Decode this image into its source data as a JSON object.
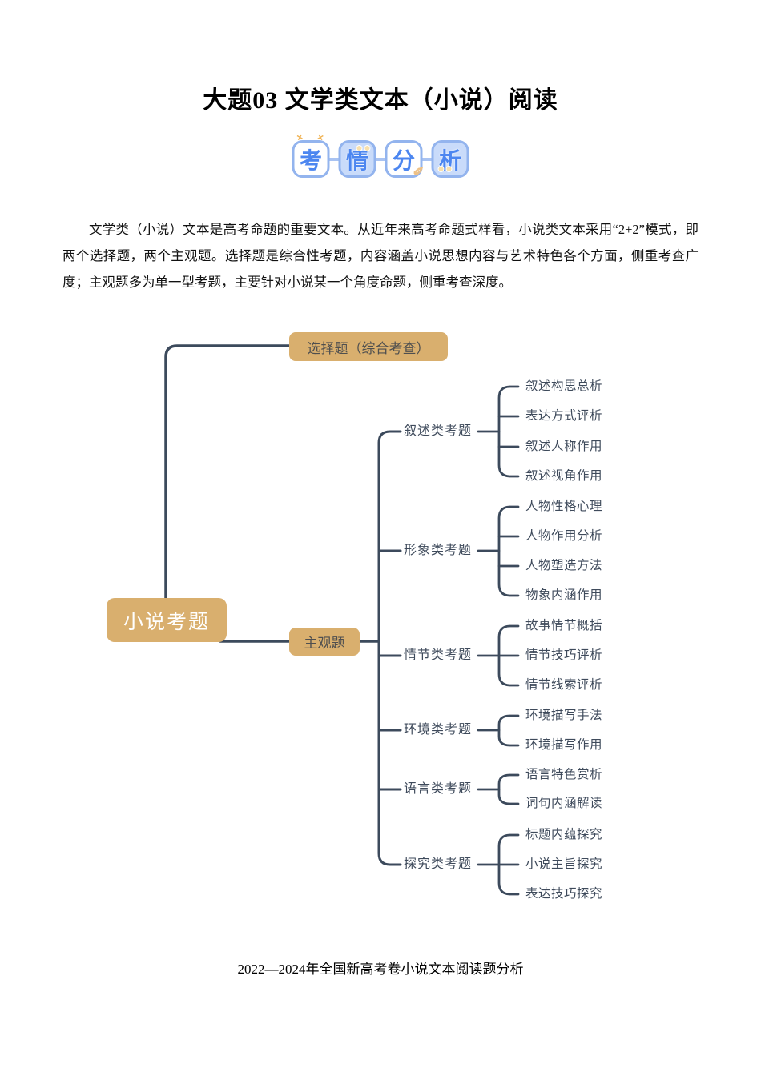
{
  "page": {
    "title": "大题03 文学类文本（小说）阅读",
    "intro_paragraph": "文学类（小说）文本是高考命题的重要文本。从近年来高考命题式样看，小说类文本采用“2+2”模式，即两个选择题，两个主观题。选择题是综合性考题，内容涵盖小说思想内容与艺术特色各个方面，侧重考查广度；主观题多为单一型考题，主要针对小说某一个角度命题，侧重考查深度。",
    "table_caption": "2022—2024年全国新高考卷小说文本阅读题分析"
  },
  "badge": {
    "meaning": "考情分析",
    "tiles": [
      "考",
      "情",
      "分",
      "析"
    ]
  },
  "mindmap": {
    "root": "小说考题",
    "top_branch": "选择题（综合考查）",
    "sub_branch": "主观题",
    "branches": [
      {
        "label": "叙述类考题",
        "leaves": [
          "叙述构思总析",
          "表达方式评析",
          "叙述人称作用",
          "叙述视角作用"
        ]
      },
      {
        "label": "形象类考题",
        "leaves": [
          "人物性格心理",
          "人物作用分析",
          "人物塑造方法",
          "物象内涵作用"
        ]
      },
      {
        "label": "情节类考题",
        "leaves": [
          "故事情节概括",
          "情节技巧评析",
          "情节线索评析"
        ]
      },
      {
        "label": "环境类考题",
        "leaves": [
          "环境描写手法",
          "环境描写作用"
        ]
      },
      {
        "label": "语言类考题",
        "leaves": [
          "语言特色赏析",
          "词句内涵解读"
        ]
      },
      {
        "label": "探究类考题",
        "leaves": [
          "标题内蕴探究",
          "小说主旨探究",
          "表达技巧探究"
        ]
      }
    ]
  },
  "colors": {
    "node_fill": "#d9af6e",
    "connector_line": "#3c4a5c",
    "map_text": "#3e4a5b",
    "badge_char_blue": "#4c86f0",
    "badge_border_blue": "#93b4ee",
    "badge_light_fill": "#c9dbfa",
    "decoration_orange": "#f0b355"
  }
}
